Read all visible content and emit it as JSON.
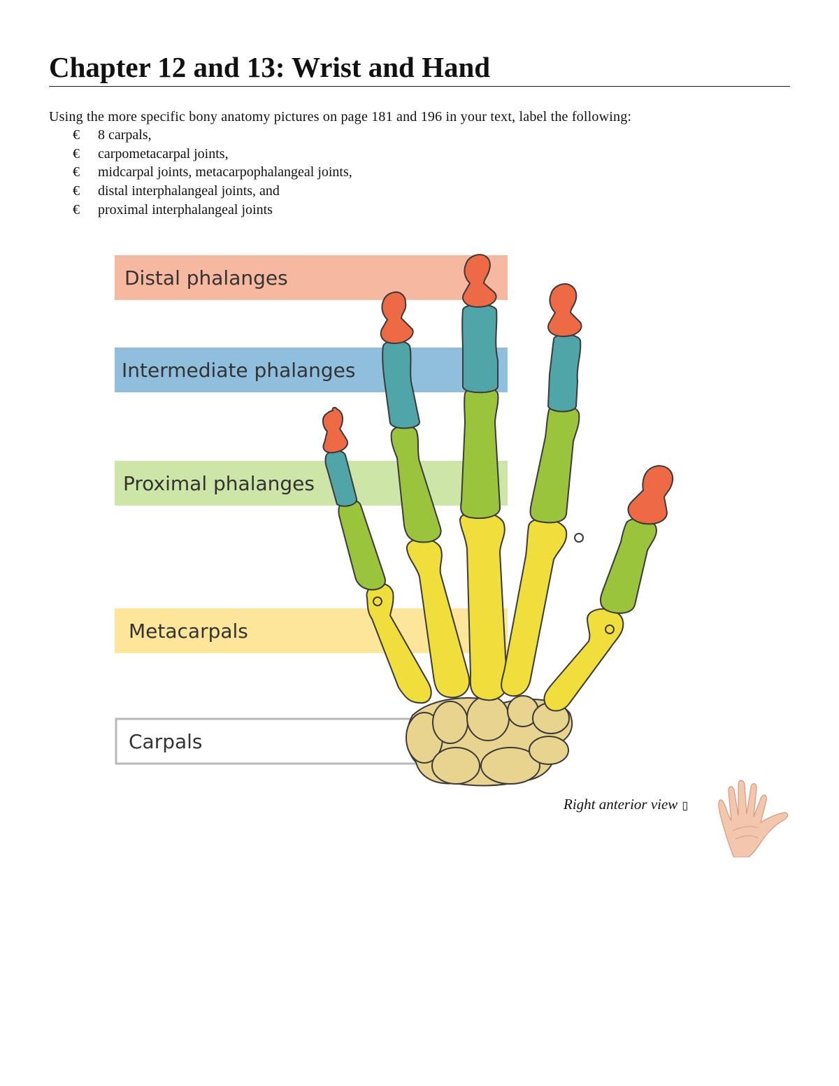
{
  "title": "Chapter 12 and 13: Wrist and Hand",
  "instructions": "Using the more specific bony anatomy pictures on page 181 and 196 in your text, label the following:",
  "bullet_glyph": "€",
  "items": [
    "8 carpals,",
    "carpometacarpal joints,",
    "midcarpal joints,  metacarpophalangeal joints,",
    "distal interphalangeal joints, and",
    "proximal interphalangeal joints"
  ],
  "figure": {
    "labels": {
      "distal": "Distal phalanges",
      "intermediate": "Intermediate phalanges",
      "proximal": "Proximal phalanges",
      "metacarpals": "Metacarpals",
      "carpals": "Carpals"
    },
    "colors": {
      "distal_band": "#f6b9a0",
      "intermediate_band": "#8fbfdd",
      "proximal_band": "#cde5a6",
      "metacarpal_band": "#fde59a",
      "distal_bone": "#ee6a44",
      "intermediate_bone": "#4fa5a7",
      "proximal_bone": "#9bc43d",
      "metacarpal_bone": "#f0de3c",
      "carpal_bone": "#e8d48e"
    }
  },
  "caption": "Right anterior view",
  "caption_arrow": "▯"
}
